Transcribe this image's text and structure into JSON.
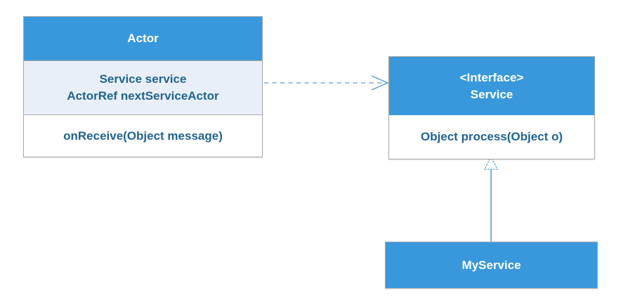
{
  "title": "UML class diagram",
  "colors": {
    "header-blue": "#3898DB",
    "panel-light": "#E9EFF8",
    "text-blue": "#1F6391",
    "border-gray": "#A9A9A9",
    "connector-blue": "#4D96D2",
    "connector-light": "#7FAEDB"
  },
  "classes": {
    "actor": {
      "title": "Actor",
      "fields": [
        "Service service",
        "ActorRef nextServiceActor"
      ],
      "methods": [
        "onReceive(Object message)"
      ]
    },
    "service": {
      "stereotype": "<Interface>",
      "name": "Service",
      "methods": [
        "Object process(Object o)"
      ]
    },
    "myservice": {
      "name": "MyService"
    }
  },
  "relationships": [
    {
      "type": "dependency",
      "style": "dashed-open-arrow",
      "from": "Actor",
      "to": "Service"
    },
    {
      "type": "realization",
      "style": "solid-hollow-triangle",
      "from": "MyService",
      "to": "Service"
    }
  ]
}
